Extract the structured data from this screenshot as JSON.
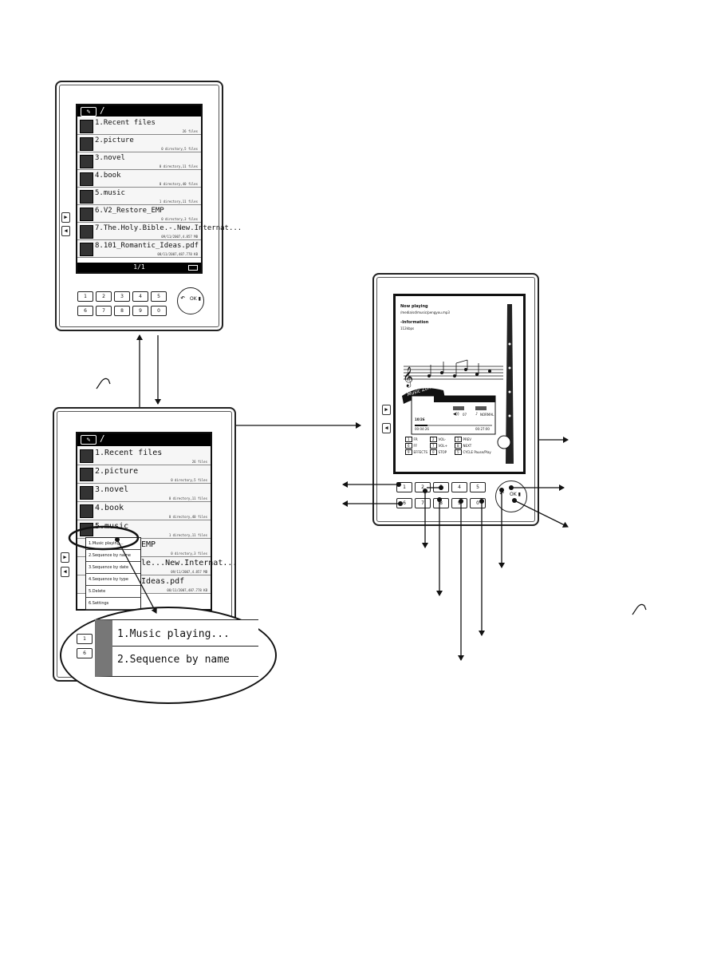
{
  "device_top": {
    "path": "/",
    "items": [
      {
        "label": "1.Recent files",
        "meta": "26 files"
      },
      {
        "label": "2.picture",
        "meta": "0 directory,5 files"
      },
      {
        "label": "3.novel",
        "meta": "0 directory,11 files"
      },
      {
        "label": "4.book",
        "meta": "0 directory,40 files"
      },
      {
        "label": "5.music",
        "meta": "1 directory,11 files"
      },
      {
        "label": "6.V2_Restore_EMP",
        "meta": "0 directory,3 files"
      },
      {
        "label": "7.The.Holy.Bible.-.New.Internat...",
        "meta": "09/11/2007,4.857 MB"
      },
      {
        "label": "8.101_Romantic_Ideas.pdf",
        "meta": "08/11/2007,487.778 KB"
      }
    ],
    "page": "1/1",
    "keys_row1": [
      "1",
      "2",
      "3",
      "4",
      "5"
    ],
    "keys_row2": [
      "6",
      "7",
      "8",
      "9",
      "0"
    ]
  },
  "device_bottom": {
    "path": "/",
    "items": [
      {
        "label": "1.Recent files",
        "meta": "26 files"
      },
      {
        "label": "2.picture",
        "meta": "0 directory,5 files"
      },
      {
        "label": "3.novel",
        "meta": "0 directory,11 files"
      },
      {
        "label": "4.book",
        "meta": "0 directory,40 files"
      },
      {
        "label": "5.music",
        "meta": "1 directory,11 files"
      }
    ],
    "partial_rows": [
      {
        "label": "EMP",
        "meta": "0 directory,3 files"
      },
      {
        "label": "le...New.Internat...",
        "meta": "09/11/2007,4.857 MB"
      },
      {
        "label": "Ideas.pdf",
        "meta": "08/11/2007,487.778 KB"
      }
    ],
    "menu": [
      "1.Music playing...",
      "2.Sequence by name",
      "3.Sequence by date",
      "4.Sequence by type",
      "5.Delete",
      "6.Settings"
    ],
    "keys_row1": [
      "1"
    ],
    "keys_row2": [
      "6"
    ]
  },
  "callout": {
    "items": [
      "1.Music playing...",
      "2.Sequence by name"
    ]
  },
  "device_right": {
    "now_playing": "Now playing",
    "filename": "/media/sd/music/pengyou.mp3",
    "info_label": "-Information",
    "bitrate": "112kbps",
    "banner": "Music Zone",
    "track": "10/26",
    "volume": "07",
    "mode": "NORMAL",
    "elapsed": "00:04:26",
    "total": "00:27:00",
    "legend": [
      {
        "key": "1",
        "text": "FR"
      },
      {
        "key": "2",
        "text": "VOL-"
      },
      {
        "key": "3",
        "text": "PREV"
      },
      {
        "key": "6",
        "text": "FF"
      },
      {
        "key": "7",
        "text": "VOL+"
      },
      {
        "key": "8",
        "text": "NEXT"
      },
      {
        "key": "9",
        "text": "EFFECTS"
      },
      {
        "key": "0",
        "text": "STOP"
      },
      {
        "key": "5",
        "text": "CYCLE Pause/Play"
      }
    ],
    "keys_row1": [
      "1",
      "2",
      "3",
      "4",
      "5"
    ],
    "keys_row2": [
      "6",
      "7",
      "8",
      "9",
      "0"
    ]
  }
}
